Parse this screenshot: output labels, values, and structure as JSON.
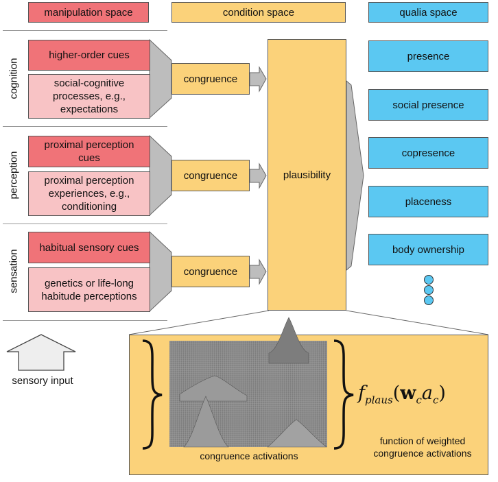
{
  "headers": {
    "manipulation": "manipulation space",
    "condition": "condition space",
    "qualia": "qualia space"
  },
  "rows": [
    {
      "label": "cognition",
      "cue": "higher-order cues",
      "experience": "social-cognitive processes, e.g., expectations",
      "congruence": "congruence"
    },
    {
      "label": "perception",
      "cue": "proximal perception cues",
      "experience": "proximal perception experiences, e.g., conditioning",
      "congruence": "congruence"
    },
    {
      "label": "sensation",
      "cue": "habitual sensory cues",
      "experience": "genetics or life-long habitude perceptions",
      "congruence": "congruence"
    }
  ],
  "plausibility": "plausibility",
  "qualia": [
    "presence",
    "social presence",
    "copresence",
    "placeness",
    "body ownership"
  ],
  "sensory_input": "sensory input",
  "inset": {
    "surface_caption": "congruence activations",
    "formula": "f_plaus(w_c a_c)",
    "formula_caption": "function of weighted congruence activations"
  },
  "colors": {
    "manipulation": "#f07378",
    "manipulation_light": "#f8c3c5",
    "condition": "#fbd27a",
    "qualia": "#5bc8f2"
  }
}
